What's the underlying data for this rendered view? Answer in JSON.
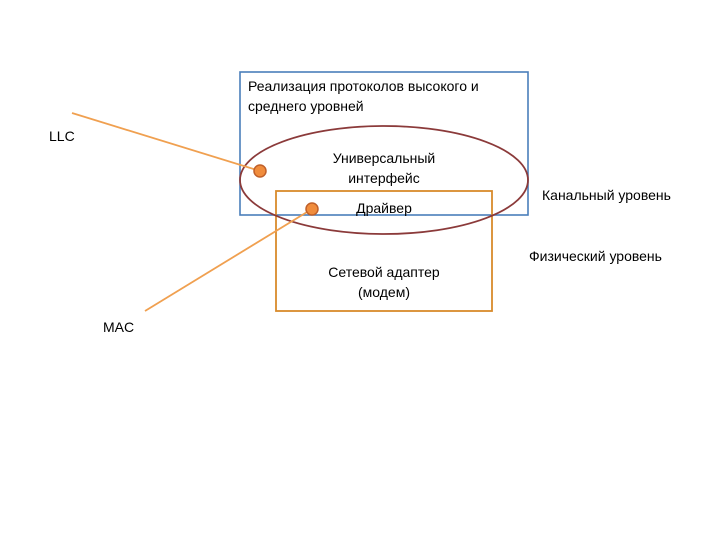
{
  "colors": {
    "blue_box": "#4a7ebb",
    "orange_box": "#d98a2b",
    "ellipse": "#8b3a3a",
    "leader_line": "#f0a050",
    "dot_fill": "#f08c3c",
    "dot_stroke": "#c0602a"
  },
  "labels": {
    "protocols_line1": "Реализация протоколов высокого и",
    "protocols_line2": "среднего уровней",
    "universal_line1": "Универсальный",
    "universal_line2": "интерфейс",
    "driver": "Драйвер",
    "adapter_line1": "Сетевой адаптер",
    "adapter_line2": "(модем)",
    "llc": "LLC",
    "mac": "MAC",
    "link_layer": "Канальный уровень",
    "physical_layer": "Физический уровень"
  }
}
